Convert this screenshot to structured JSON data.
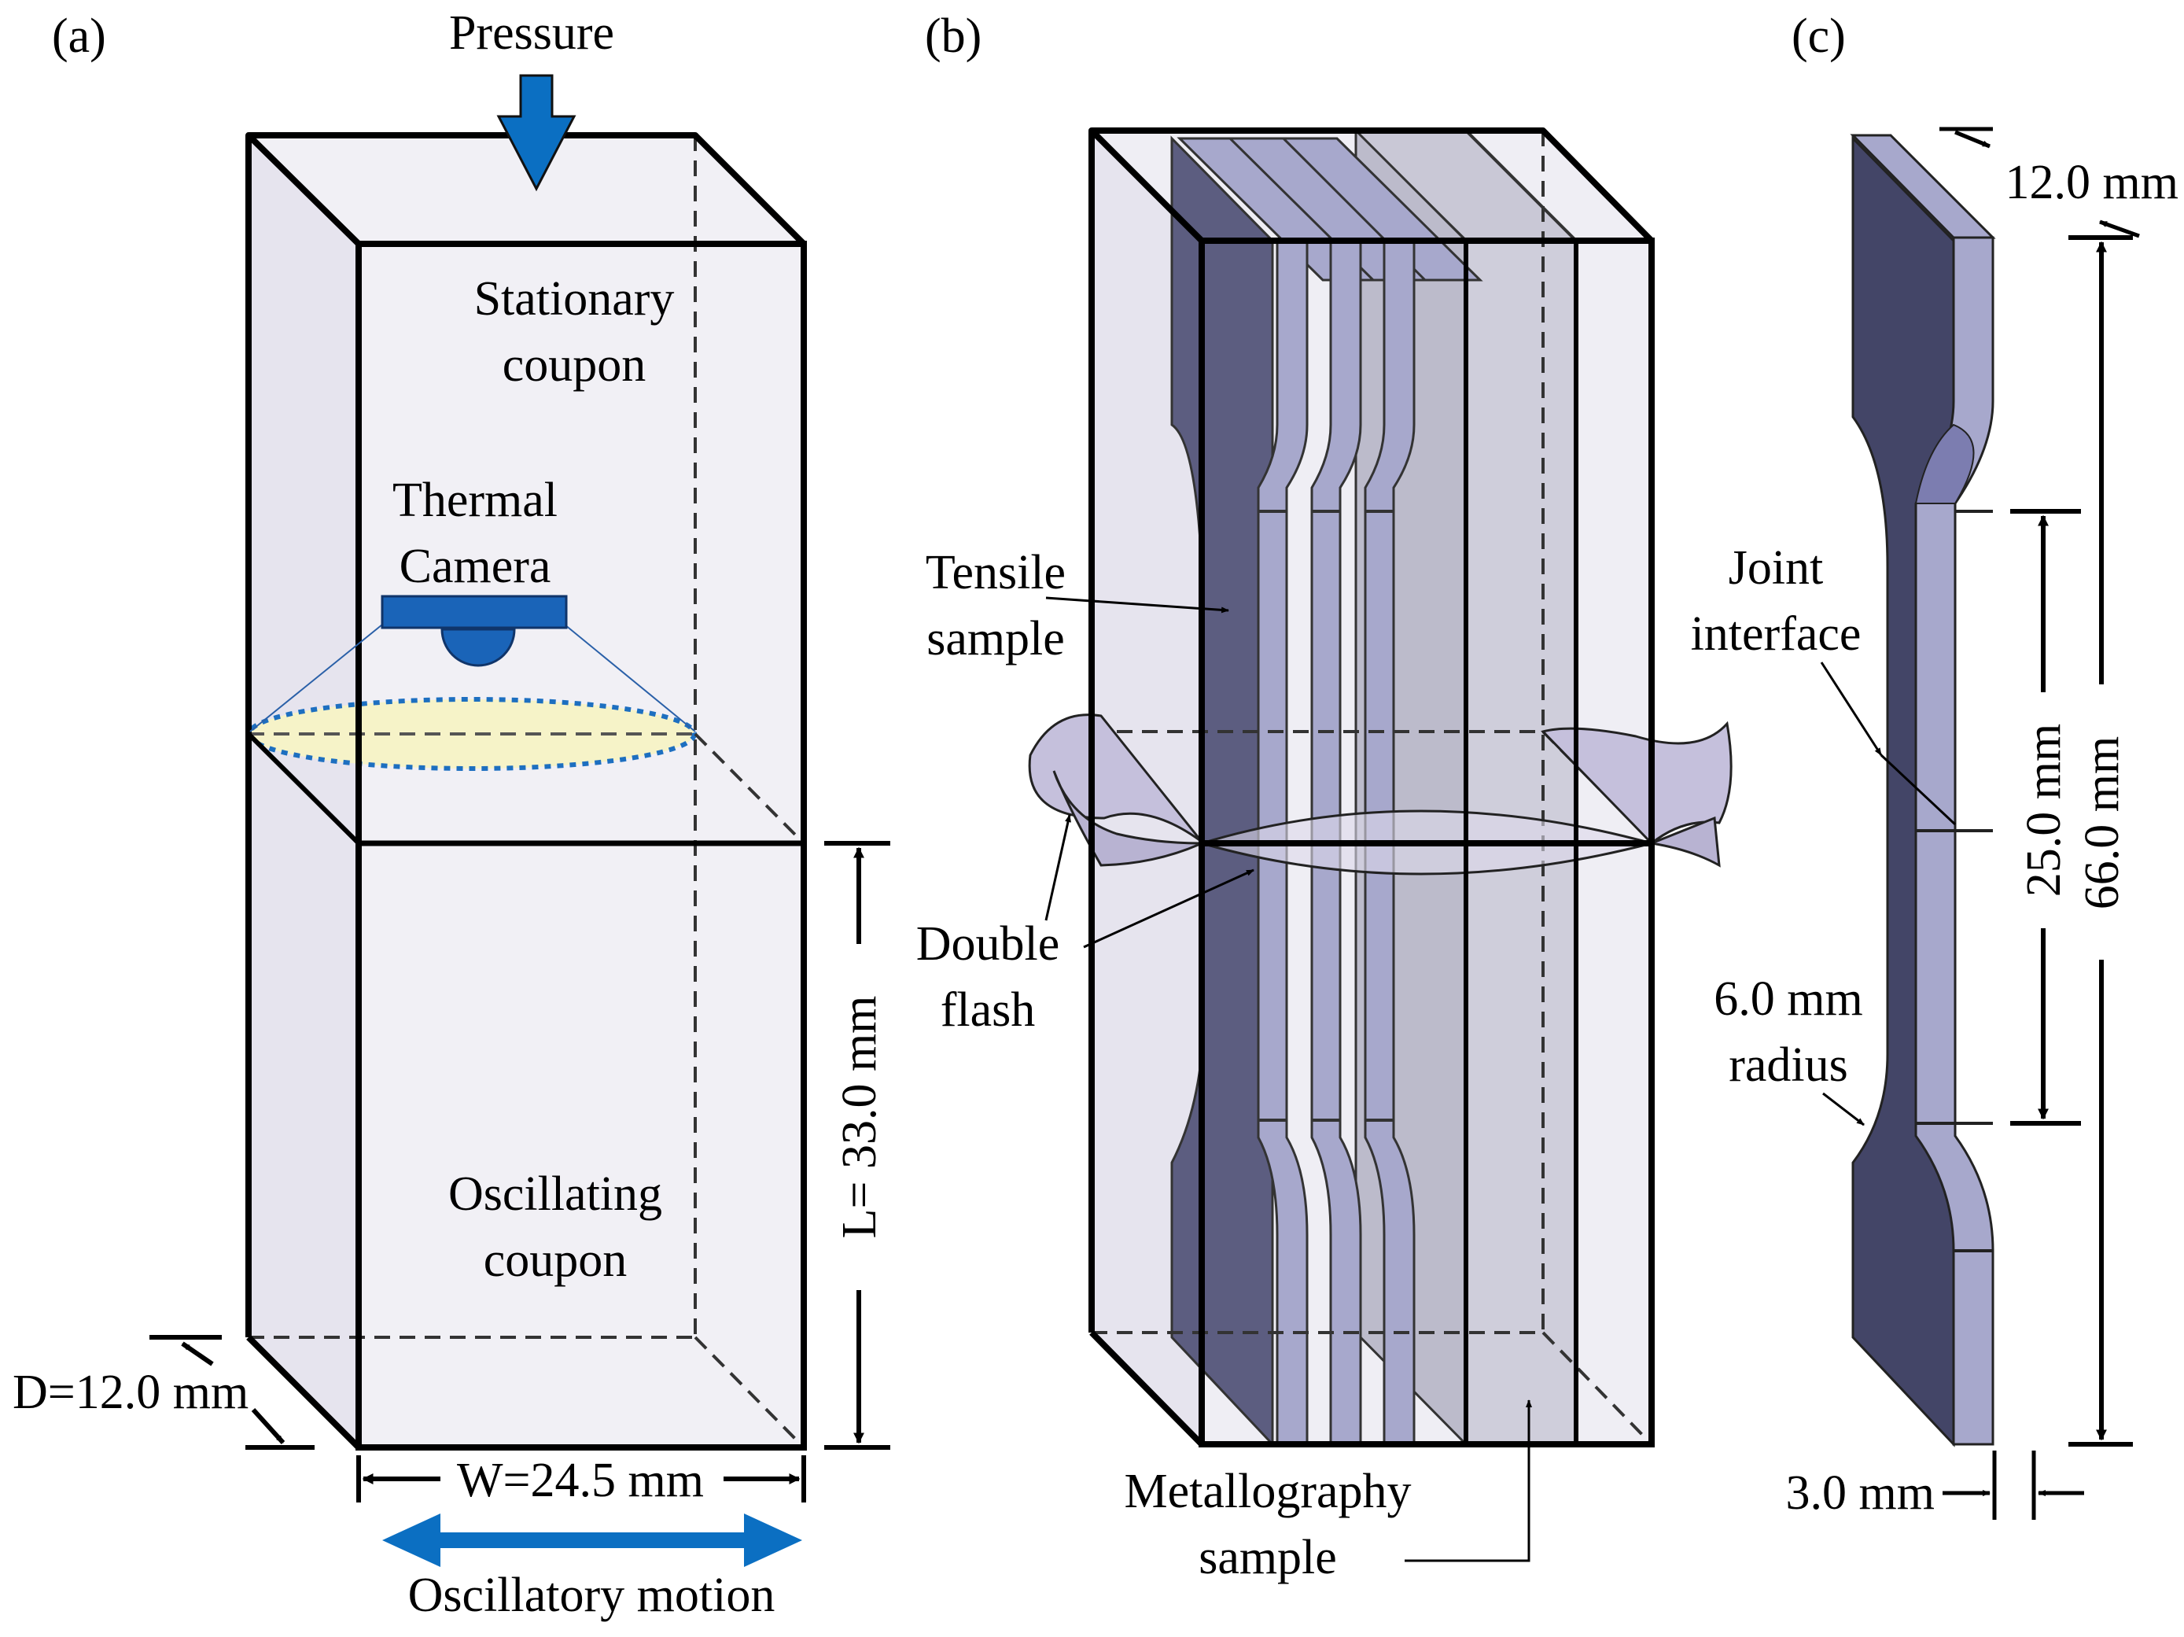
{
  "panels": {
    "a": {
      "tag": "(a)",
      "pressure": "Pressure",
      "stationary_line1": "Stationary",
      "stationary_line2": "coupon",
      "camera_line1": "Thermal",
      "camera_line2": "Camera",
      "oscillating_line1": "Oscillating",
      "oscillating_line2": "coupon",
      "dim_L": "L= 33.0 mm",
      "dim_D": "D=12.0 mm",
      "dim_W": "W=24.5 mm",
      "motion": "Oscillatory motion"
    },
    "b": {
      "tag": "(b)",
      "tensile_line1": "Tensile",
      "tensile_line2": "sample",
      "flash_line1": "Double",
      "flash_line2": "flash",
      "metal_line1": "Metallography",
      "metal_line2": "sample"
    },
    "c": {
      "tag": "(c)",
      "dim_width": "12.0 mm",
      "joint_line1": "Joint",
      "joint_line2": "interface",
      "dim_gauge": "25.0 mm",
      "dim_total": "66.0 mm",
      "radius_line1": "6.0 mm",
      "radius_line2": "radius",
      "dim_thick": "3.0 mm"
    }
  },
  "colors": {
    "arrow_blue": "#0b6fc2",
    "camera_blue": "#1a64b8",
    "specimen_dark": "#434567",
    "specimen_light": "#a7a8cc",
    "box_fill": "#eeedf3",
    "flash_fill": "#c5c0dc",
    "zone_fill": "#f5f2c8"
  }
}
